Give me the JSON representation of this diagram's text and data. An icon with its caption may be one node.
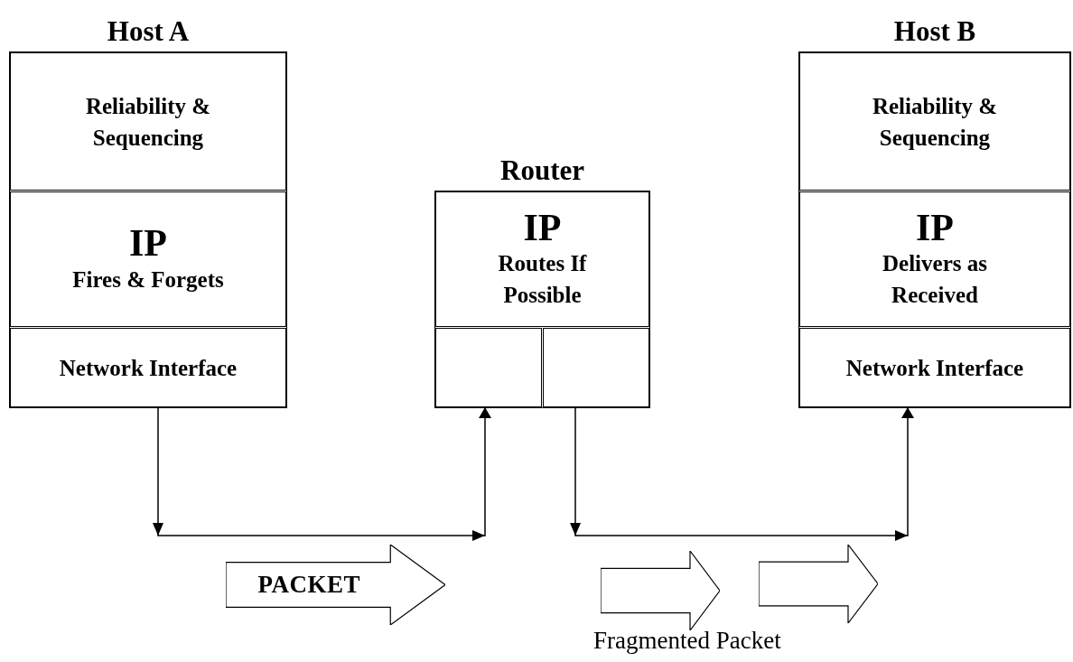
{
  "diagram": {
    "nodes": [
      {
        "text": [
          "Host A"
        ]
      },
      {
        "text": [
          "Reliability & Sequencing"
        ],
        "in": 0
      },
      {
        "text": [
          "IP",
          "Fires & Forgets"
        ],
        "in": 0
      },
      {
        "text": [
          "Network Interface"
        ],
        "in": 0
      },
      {
        "text": [
          "Router"
        ]
      },
      {
        "text": [
          "IP",
          "Routes If Possible"
        ],
        "in": 4
      },
      {
        "text": [],
        "shape": "box",
        "in": 4
      },
      {
        "text": [],
        "shape": "box",
        "in": 4
      },
      {
        "text": [
          "Host B"
        ]
      },
      {
        "text": [
          "Reliability & Sequencing"
        ],
        "in": 8
      },
      {
        "text": [
          "IP",
          "Delivers as Received"
        ],
        "in": 8
      },
      {
        "text": [
          "Network Interface"
        ],
        "in": 8
      },
      {
        "text": [
          "PACKET"
        ]
      },
      {
        "text": [],
        "shape": "arrow"
      },
      {
        "text": [],
        "shape": "arrow"
      }
    ],
    "edges": [
      {
        "from": 3,
        "to": 6,
        "arrow": "to"
      },
      {
        "from": 7,
        "to": 11,
        "arrow": "to"
      }
    ],
    "labels": [
      "Fragmented Packet"
    ]
  }
}
